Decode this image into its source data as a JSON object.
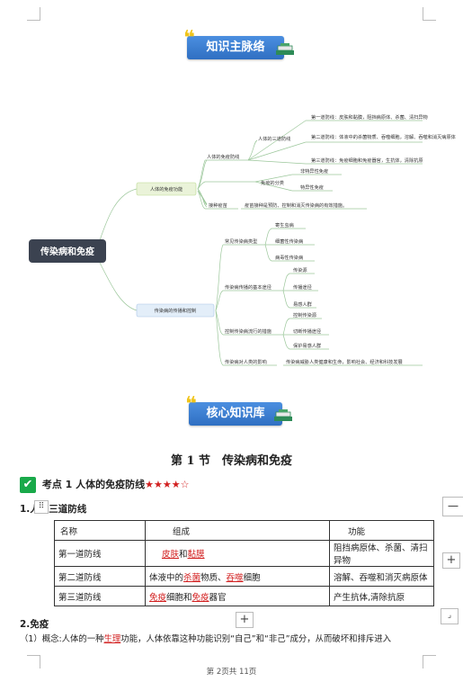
{
  "banner_top": "知识主脉络",
  "banner_mid": "核心知识库",
  "mindmap": {
    "root": "传染病和免疫",
    "branch1": "人体的免疫功能",
    "b1_child1": "人体的免疫防线",
    "b1_c1_sub": "人体的三道防线",
    "line1": "第一道防线：皮肤和黏膜，阻挡病原体、杀菌、清扫异物",
    "line2": "第二道防线：体液中的杀菌物质、吞噬细胞，溶解、吞噬和消灭病原体",
    "line3": "第三道防线：免疫细胞和免疫器官，生抗体，清除抗原",
    "b1_child2": "免疫的分类",
    "nonspecific": "非特异性免疫",
    "specific": "特异性免疫",
    "b1_child3": "接种疫苗",
    "vaccine_desc": "疫苗接种是预防、控制和消灭传染病的有效措施。",
    "branch2": "传染病的传播和控制",
    "b2_child1": "常见传染病类型",
    "b2_c1_items": [
      "寄生虫病",
      "细菌性传染病",
      "病毒性传染病"
    ],
    "b2_child2": "传染病传播的基本途径",
    "b2_c2_items": [
      "传染源",
      "传播途径",
      "易感人群"
    ],
    "b2_child3": "控制传染病流行的措施",
    "b2_c3_items": [
      "控制传染源",
      "切断传播途径",
      "保护易感人群"
    ],
    "b2_child4": "传染病对人类的影响",
    "impact_desc": "传染病威胁人类健康和生命，影响社会、经济和科技发展"
  },
  "section_title": "第 1 节　传染病和免疫",
  "kaodian": {
    "label": "考点 1  人体的免疫防线",
    "stars": "★★★★☆"
  },
  "heading1_prefix": "1.人",
  "heading1_suffix": "的三道防线",
  "table": {
    "headers": [
      "名称",
      "组成",
      "功能"
    ],
    "rows": [
      {
        "name": "第一道防线",
        "comp_pre": "",
        "comp_a": "皮肤",
        "comp_mid": "和",
        "comp_b": "黏膜",
        "comp_post": "",
        "func": "阻挡病原体、杀菌、清扫异物"
      },
      {
        "name": "第二道防线",
        "comp_pre": "体液中的",
        "comp_a": "杀菌",
        "comp_mid": "物质、",
        "comp_b": "吞噬",
        "comp_post": "细胞",
        "func": "溶解、吞噬和消灭病原体"
      },
      {
        "name": "第三道防线",
        "comp_pre": "",
        "comp_a": "免疫",
        "comp_mid": "细胞和",
        "comp_b": "免疫",
        "comp_post": "器官",
        "func": "产生抗体,清除抗原"
      }
    ]
  },
  "heading2": "2.免疫",
  "para_pre": "（1）概念:人体的一种",
  "para_red": "生理",
  "para_post": "功能，人体依靠这种功能识别“自己”和“非己”成分，从而破坏和排斥进入",
  "side_tab": "一",
  "footer": "第 2页共 11页"
}
